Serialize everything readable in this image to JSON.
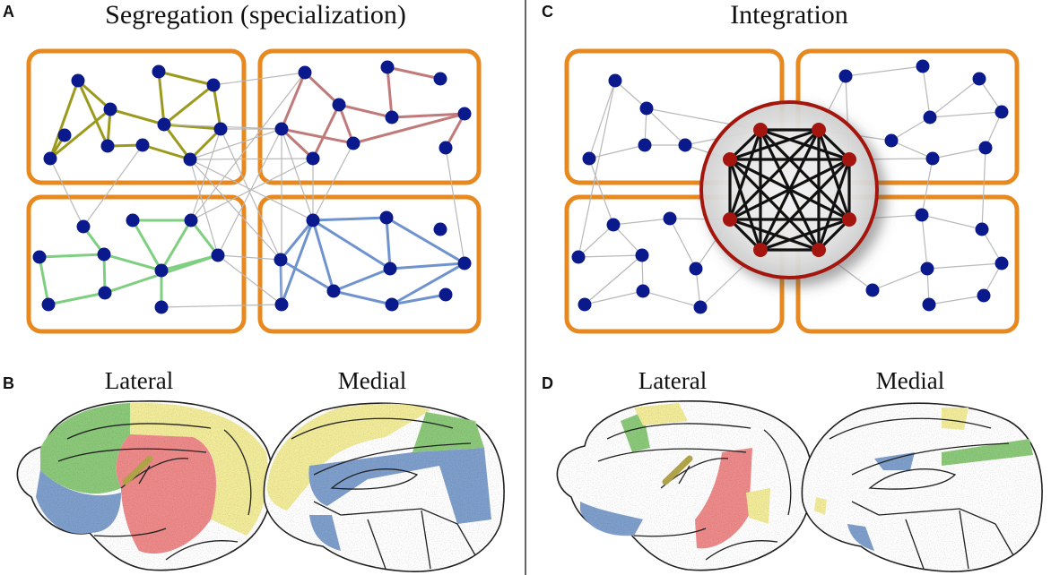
{
  "panels": {
    "A": {
      "letter": "A",
      "title": "Segregation (specialization)"
    },
    "B": {
      "letter": "B",
      "lateral": "Lateral",
      "medial": "Medial"
    },
    "C": {
      "letter": "C",
      "title": "Integration"
    },
    "D": {
      "letter": "D",
      "lateral": "Lateral",
      "medial": "Medial"
    }
  },
  "colors": {
    "module_border": "#e8891f",
    "node_blue": "#0a1a8c",
    "node_red": "#a3150e",
    "edge_gray": "#b8b8b8",
    "edge_olive": "#9c9a1c",
    "edge_rose": "#c07a7a",
    "edge_green": "#7fcf80",
    "edge_blue": "#6f93cf",
    "hub_ring": "#a3150e",
    "region_green": "#8cc97a",
    "region_yellow": "#f2ec9a",
    "region_red": "#ee8a8a",
    "region_blue": "#7f9fcc"
  }
}
